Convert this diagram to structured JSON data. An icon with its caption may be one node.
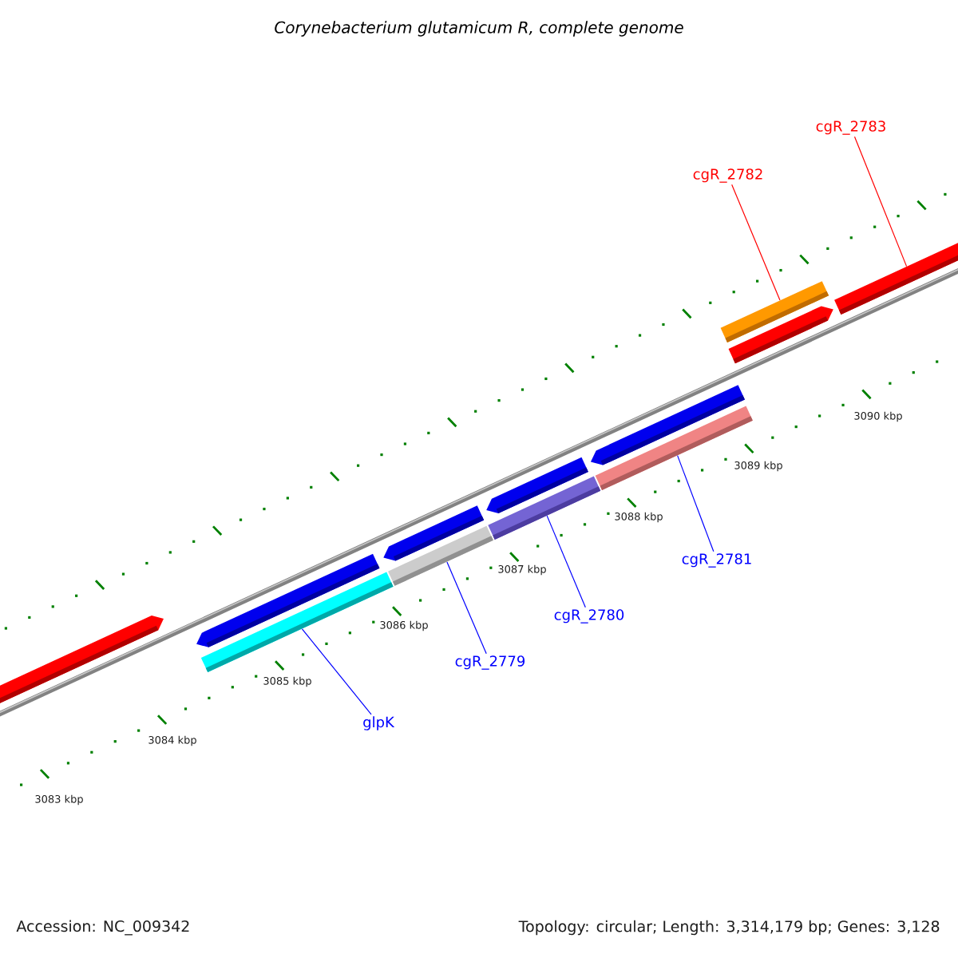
{
  "diagram": {
    "title": "Corynebacterium glutamicum R, complete genome",
    "nodes": [
      {
        "text": [
          "cgR_2783"
        ]
      },
      {
        "text": [
          "cgR_2782"
        ]
      },
      {
        "text": [
          "cgR_2781"
        ]
      },
      {
        "text": [
          "cgR_2780"
        ]
      },
      {
        "text": [
          "cgR_2779"
        ]
      },
      {
        "text": [
          "glpK"
        ]
      },
      {
        "text": [],
        "shape": "arrow"
      },
      {
        "text": [],
        "shape": "arrow"
      },
      {
        "text": [],
        "shape": "bar"
      },
      {
        "text": [],
        "shape": "arrow"
      },
      {
        "text": [],
        "shape": "bar"
      },
      {
        "text": [],
        "shape": "arrow"
      },
      {
        "text": [],
        "shape": "bar"
      },
      {
        "text": [],
        "shape": "arrow"
      },
      {
        "text": [],
        "shape": "bar"
      },
      {
        "text": [],
        "shape": "arrow"
      },
      {
        "text": [],
        "shape": "bar"
      },
      {
        "text": [],
        "shape": "arrow"
      }
    ],
    "edges": [
      {
        "from": 0,
        "to": 17,
        "arrow": "none",
        "color": "#ff0000"
      },
      {
        "from": 1,
        "to": 16,
        "arrow": "none",
        "color": "#ff0000"
      },
      {
        "from": 2,
        "to": 14,
        "arrow": "none"
      },
      {
        "from": 3,
        "to": 12,
        "arrow": "none"
      },
      {
        "from": 4,
        "to": 10,
        "arrow": "none"
      },
      {
        "from": 5,
        "to": 8,
        "arrow": "none"
      }
    ],
    "labels": [
      "3090 kbp",
      "3089 kbp",
      "3088 kbp",
      "3087 kbp",
      "3086 kbp",
      "3085 kbp",
      "3084 kbp",
      "3083 kbp",
      "Accession: NC_009342",
      "Topology: circular; Length: 3,314,179 bp; Genes: 3,128"
    ]
  }
}
